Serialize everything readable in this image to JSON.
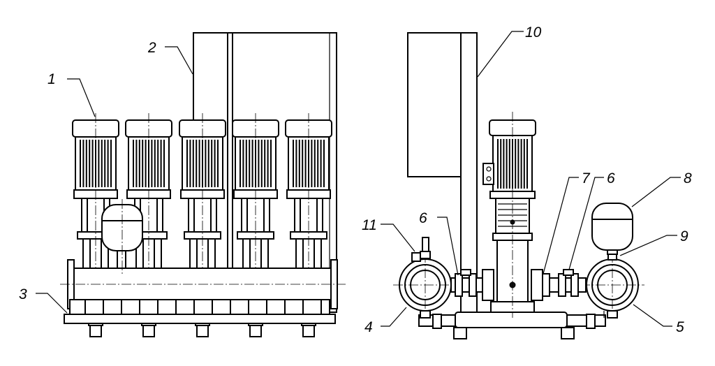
{
  "figure": {
    "callouts": [
      {
        "id": "1",
        "text": "1"
      },
      {
        "id": "2",
        "text": "2"
      },
      {
        "id": "3",
        "text": "3"
      },
      {
        "id": "4",
        "text": "4"
      },
      {
        "id": "5",
        "text": "5"
      },
      {
        "id": "6a",
        "text": "6"
      },
      {
        "id": "6b",
        "text": "6"
      },
      {
        "id": "7",
        "text": "7"
      },
      {
        "id": "8",
        "text": "8"
      },
      {
        "id": "9",
        "text": "9"
      },
      {
        "id": "10",
        "text": "10"
      },
      {
        "id": "11",
        "text": "11"
      }
    ],
    "colors": {
      "line": "#000000",
      "background": "#ffffff"
    }
  }
}
